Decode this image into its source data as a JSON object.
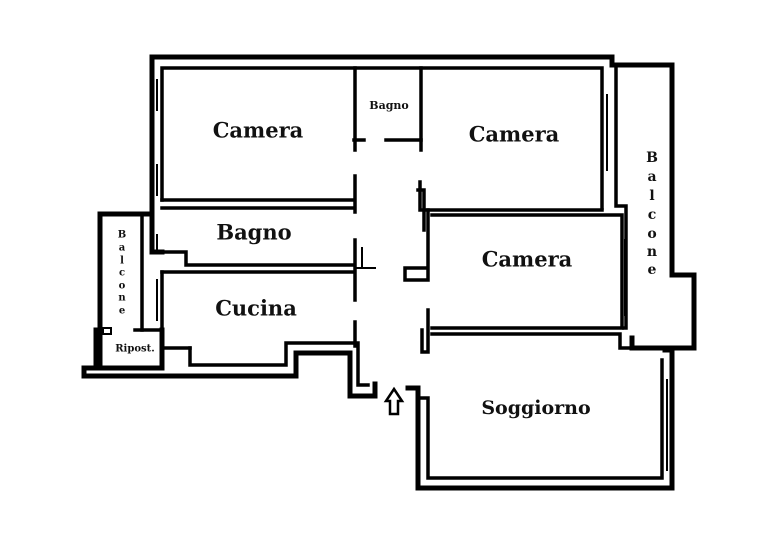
{
  "rooms": {
    "camera_top_left": "Camera",
    "bagno_small": "Bagno",
    "camera_top_right": "Camera",
    "bagno_left": "Bagno",
    "camera_middle_right": "Camera",
    "cucina": "Cucina",
    "soggiorno": "Soggiorno",
    "ripost": "Ripost."
  },
  "balconies": {
    "right": [
      "B",
      "a",
      "l",
      "c",
      "o",
      "n",
      "e"
    ],
    "left": [
      "B",
      "a",
      "l",
      "c",
      "o",
      "n",
      "e"
    ]
  },
  "entry": {
    "icon": "up-arrow-icon"
  }
}
